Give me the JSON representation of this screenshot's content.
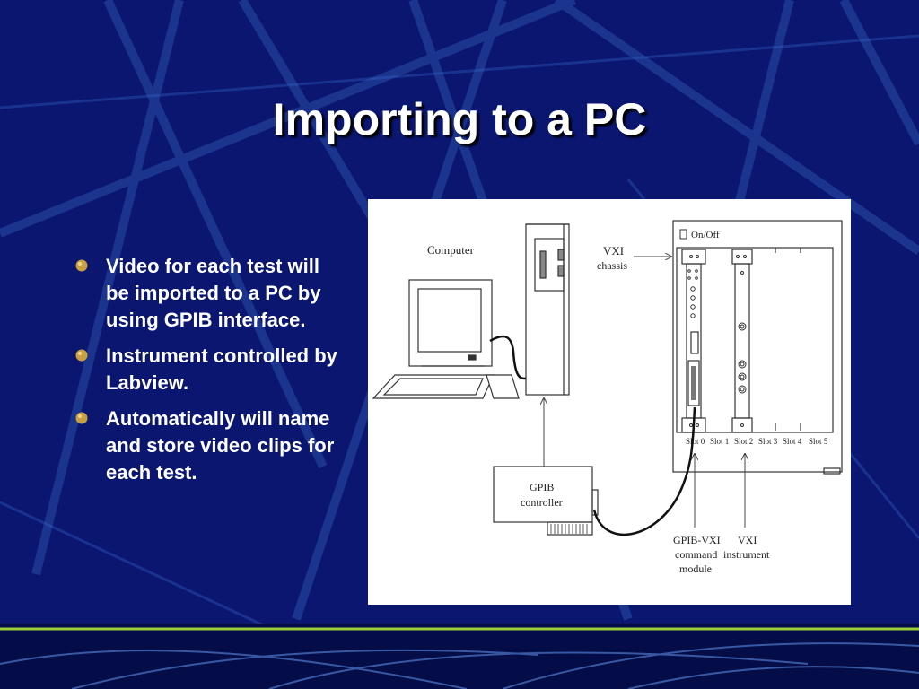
{
  "slide": {
    "title": "Importing to a PC",
    "bullets": [
      "Video for each test will be imported to a PC by using GPIB interface.",
      "Instrument controlled by Labview.",
      "Automatically will name and store video clips for each test."
    ]
  },
  "diagram": {
    "computer_label": "Computer",
    "vxi_chassis_label": [
      "VXI",
      "chassis"
    ],
    "onoff_label": "On/Off",
    "gpib_controller_label": [
      "GPIB",
      "controller"
    ],
    "slot_labels": [
      "Slot 0",
      "Slot 1",
      "Slot 2",
      "Slot 3",
      "Slot 4",
      "Slot 5"
    ],
    "gpib_vxi_module_label": [
      "GPIB-VXI",
      "command",
      "module"
    ],
    "vxi_instrument_label": [
      "VXI",
      "instrument"
    ]
  },
  "colors": {
    "background": "#0a1670",
    "title_text": "#ffffff",
    "body_text": "#ffffff",
    "bullet": "#c8a040",
    "accent_line": "#9ccc3c"
  }
}
